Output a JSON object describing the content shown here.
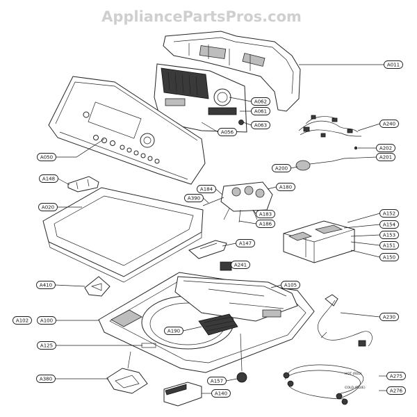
{
  "watermark": "AppliancePartsPros.com",
  "callouts": [
    {
      "id": "A011",
      "text": "A011"
    },
    {
      "id": "A062",
      "text": "A062"
    },
    {
      "id": "A061",
      "text": "A061"
    },
    {
      "id": "A063",
      "text": "A063"
    },
    {
      "id": "A056",
      "text": "A056"
    },
    {
      "id": "A240",
      "text": "A240"
    },
    {
      "id": "A202",
      "text": "A202"
    },
    {
      "id": "A201",
      "text": "A201"
    },
    {
      "id": "A200",
      "text": "A200"
    },
    {
      "id": "A050",
      "text": "A050"
    },
    {
      "id": "A148",
      "text": "A148"
    },
    {
      "id": "A184",
      "text": "A184"
    },
    {
      "id": "A180",
      "text": "A180"
    },
    {
      "id": "A390",
      "text": "A390"
    },
    {
      "id": "A020",
      "text": "A020"
    },
    {
      "id": "A183",
      "text": "A183"
    },
    {
      "id": "A186",
      "text": "A186"
    },
    {
      "id": "A152",
      "text": "A152"
    },
    {
      "id": "A154",
      "text": "A154"
    },
    {
      "id": "A153",
      "text": "A153"
    },
    {
      "id": "A151",
      "text": "A151"
    },
    {
      "id": "A147",
      "text": "A147"
    },
    {
      "id": "A150",
      "text": "A150"
    },
    {
      "id": "A241",
      "text": "A241"
    },
    {
      "id": "A410",
      "text": "A410"
    },
    {
      "id": "A105",
      "text": "A105"
    },
    {
      "id": "A102",
      "text": "A102"
    },
    {
      "id": "A100",
      "text": "A100"
    },
    {
      "id": "A230",
      "text": "A230"
    },
    {
      "id": "A190",
      "text": "A190"
    },
    {
      "id": "A125",
      "text": "A125"
    },
    {
      "id": "A275",
      "text": "A275"
    },
    {
      "id": "A380",
      "text": "A380"
    },
    {
      "id": "A157",
      "text": "A157"
    },
    {
      "id": "A276",
      "text": "A276"
    },
    {
      "id": "A140",
      "text": "A140"
    }
  ],
  "hose_notes": {
    "hot": "HOT (RED)",
    "cold": "COLD (BLUE)"
  }
}
